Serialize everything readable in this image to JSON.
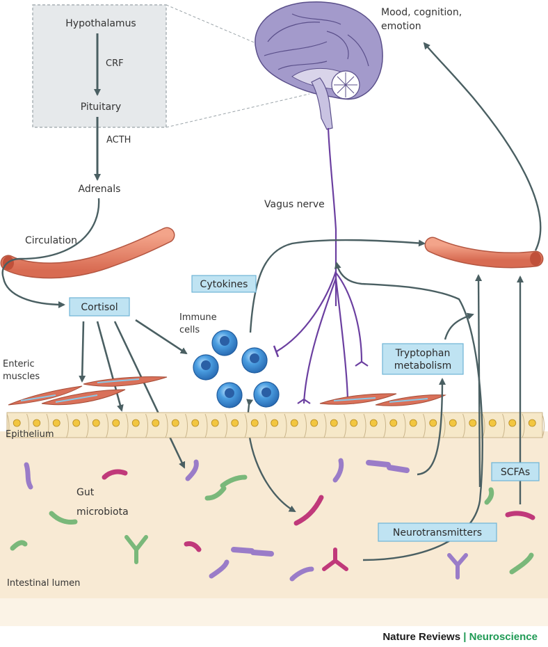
{
  "labels": {
    "hypothalamus": "Hypothalamus",
    "crf": "CRF",
    "pituitary": "Pituitary",
    "acth": "ACTH",
    "adrenals": "Adrenals",
    "circulation": "Circulation",
    "mood_line1": "Mood, cognition,",
    "mood_line2": "emotion",
    "vagus_nerve": "Vagus nerve",
    "cytokines": "Cytokines",
    "cortisol": "Cortisol",
    "immune_line1": "Immune",
    "immune_line2": "cells",
    "enteric_line1": "Enteric",
    "enteric_line2": "muscles",
    "epithelium": "Epithelium",
    "tryptophan_line1": "Tryptophan",
    "tryptophan_line2": "metabolism",
    "gut_line1": "Gut",
    "gut_line2": "microbiota",
    "scfas": "SCFAs",
    "neurotransmitters": "Neurotransmitters",
    "intestinal_lumen": "Intestinal lumen"
  },
  "footer": {
    "journal": "Nature Reviews",
    "separator": " | ",
    "section": "Neuroscience"
  },
  "colors": {
    "arrow": "#4a5f62",
    "nerve": "#6b3fa0",
    "vessel": "#e8866a",
    "label_box_fill": "#bfe3f2",
    "label_box_stroke": "#6fb4d6",
    "hpa_box": "#e6e9eb",
    "immune_cell": "#3d8ed4",
    "lumen": "#f8ead4",
    "epithelium_cell": "#f6e8c8",
    "nucleus": "#f2c640",
    "footer_green": "#1f9a55"
  }
}
